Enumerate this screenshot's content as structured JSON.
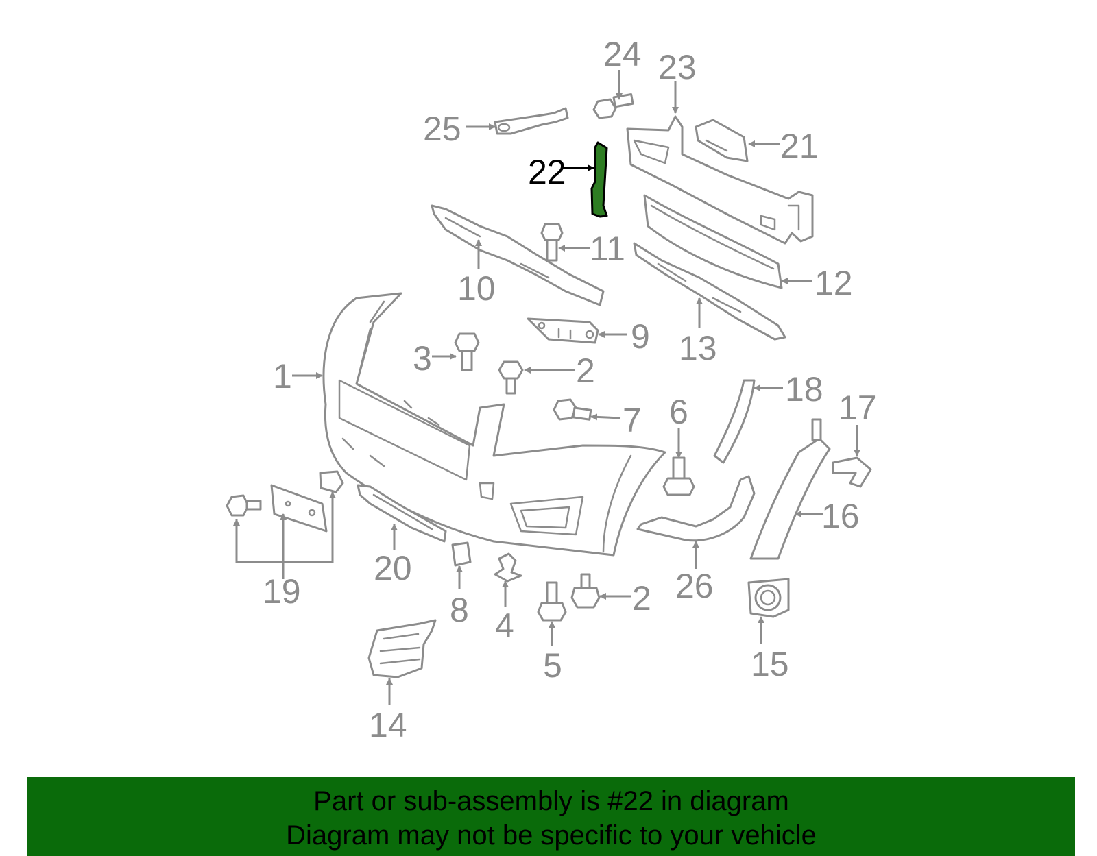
{
  "diagram": {
    "highlighted_part": "22",
    "callouts": [
      "1",
      "2",
      "2",
      "3",
      "4",
      "5",
      "6",
      "7",
      "8",
      "9",
      "10",
      "11",
      "12",
      "13",
      "14",
      "15",
      "16",
      "17",
      "18",
      "19",
      "20",
      "21",
      "22",
      "23",
      "24",
      "25",
      "26"
    ]
  },
  "banner": {
    "line1": "Part or sub-assembly is #22 in diagram",
    "line2": "Diagram may not be specific to your vehicle"
  },
  "colors": {
    "banner_bg": "#0a6b0a",
    "highlight": "#2e7d23",
    "line_gray": "#8c8c8c"
  }
}
